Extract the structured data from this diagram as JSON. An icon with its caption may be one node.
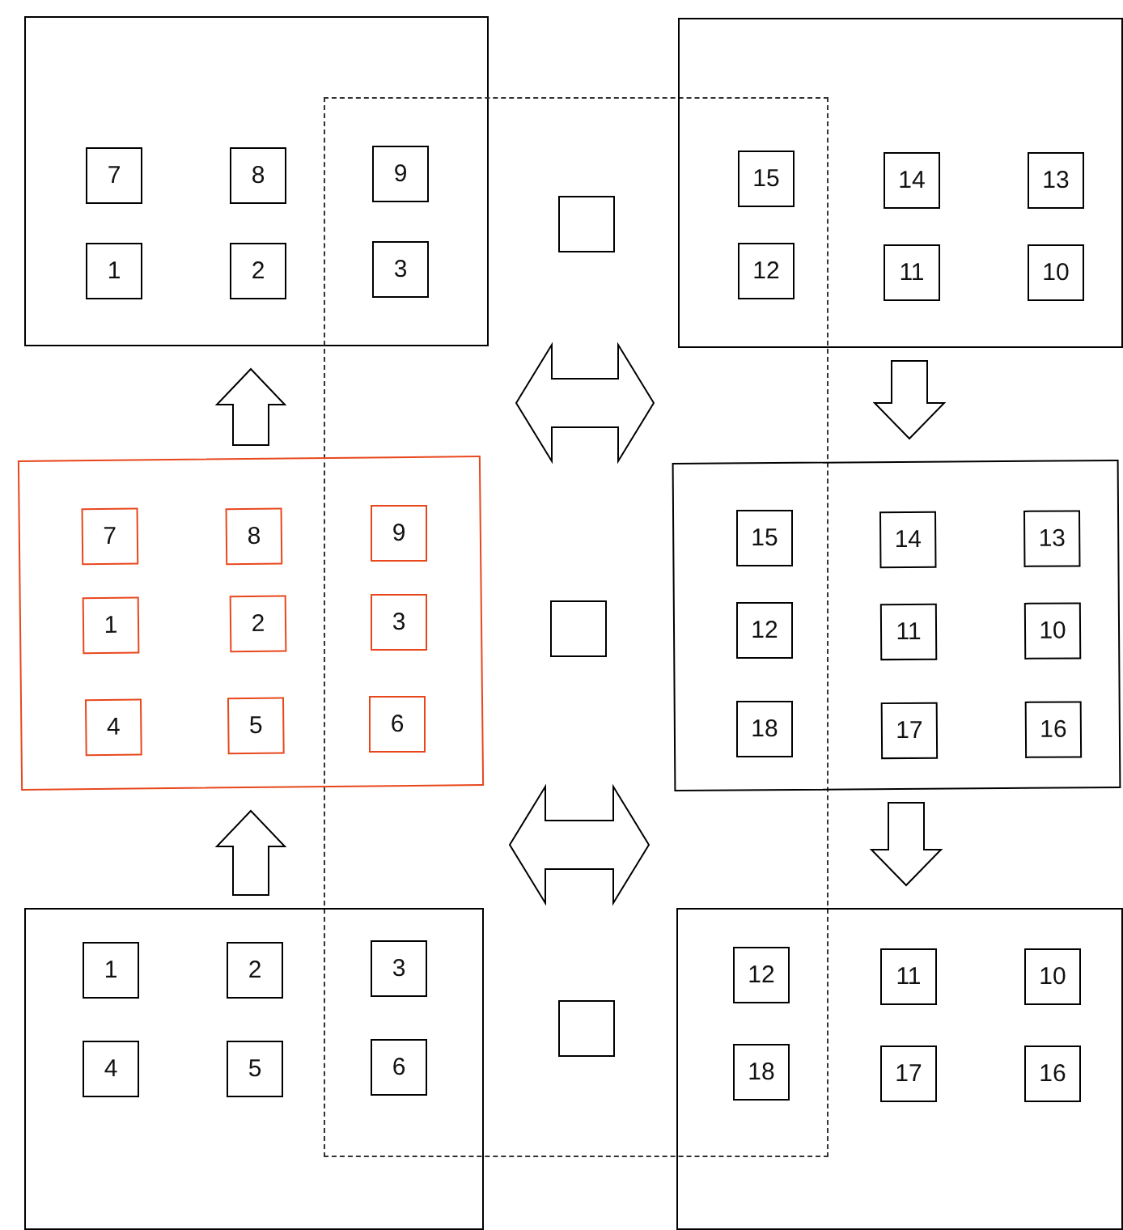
{
  "diagram": {
    "nodes": [
      {
        "text": [],
        "shape": "box"
      },
      {
        "text": [
          "7"
        ],
        "in": 0
      },
      {
        "text": [
          "8"
        ],
        "in": 0
      },
      {
        "text": [
          "9"
        ]
      },
      {
        "text": [
          "1"
        ],
        "in": 0
      },
      {
        "text": [
          "2"
        ],
        "in": 0
      },
      {
        "text": [
          "3"
        ]
      },
      {
        "text": [],
        "shape": "box"
      },
      {
        "text": [],
        "shape": "box",
        "in": 7
      },
      {
        "text": [],
        "shape": "box"
      },
      {
        "text": [
          "15"
        ]
      },
      {
        "text": [
          "14"
        ],
        "in": 9
      },
      {
        "text": [
          "13"
        ],
        "in": 9
      },
      {
        "text": [
          "12"
        ]
      },
      {
        "text": [
          "11"
        ],
        "in": 9
      },
      {
        "text": [
          "10"
        ],
        "in": 9
      },
      {
        "text": [],
        "shape": "box"
      },
      {
        "text": [
          "7"
        ],
        "in": 16
      },
      {
        "text": [
          "8"
        ],
        "in": 16
      },
      {
        "text": [
          "9"
        ]
      },
      {
        "text": [
          "1"
        ],
        "in": 16
      },
      {
        "text": [
          "2"
        ],
        "in": 16
      },
      {
        "text": [
          "3"
        ]
      },
      {
        "text": [
          "4"
        ],
        "in": 16
      },
      {
        "text": [
          "5"
        ],
        "in": 16
      },
      {
        "text": [
          "6"
        ]
      },
      {
        "text": [],
        "shape": "box",
        "in": 7
      },
      {
        "text": [],
        "shape": "box"
      },
      {
        "text": [
          "15"
        ]
      },
      {
        "text": [
          "14"
        ],
        "in": 27
      },
      {
        "text": [
          "13"
        ],
        "in": 27
      },
      {
        "text": [
          "12"
        ]
      },
      {
        "text": [
          "11"
        ],
        "in": 27
      },
      {
        "text": [
          "10"
        ],
        "in": 27
      },
      {
        "text": [
          "18"
        ]
      },
      {
        "text": [
          "17"
        ],
        "in": 27
      },
      {
        "text": [
          "16"
        ],
        "in": 27
      },
      {
        "text": [],
        "shape": "box"
      },
      {
        "text": [
          "1"
        ],
        "in": 37
      },
      {
        "text": [
          "2"
        ],
        "in": 37
      },
      {
        "text": [
          "3"
        ]
      },
      {
        "text": [
          "4"
        ],
        "in": 37
      },
      {
        "text": [
          "5"
        ],
        "in": 37
      },
      {
        "text": [
          "6"
        ]
      },
      {
        "text": [],
        "shape": "box",
        "in": 7
      },
      {
        "text": [],
        "shape": "box"
      },
      {
        "text": [
          "12"
        ]
      },
      {
        "text": [
          "11"
        ],
        "in": 45
      },
      {
        "text": [
          "10"
        ],
        "in": 45
      },
      {
        "text": [
          "18"
        ]
      },
      {
        "text": [
          "17"
        ],
        "in": 45
      },
      {
        "text": [
          "16"
        ],
        "in": 45
      }
    ],
    "edges": [
      {
        "from": 16,
        "to": 0,
        "arrow": "to"
      },
      {
        "from": 9,
        "to": 27,
        "arrow": "to"
      },
      {
        "from": 0,
        "to": 9,
        "arrow": "both"
      },
      {
        "from": 37,
        "to": 16,
        "arrow": "to"
      },
      {
        "from": 27,
        "to": 45,
        "arrow": "to"
      },
      {
        "from": 16,
        "to": 27,
        "arrow": "both"
      }
    ]
  }
}
